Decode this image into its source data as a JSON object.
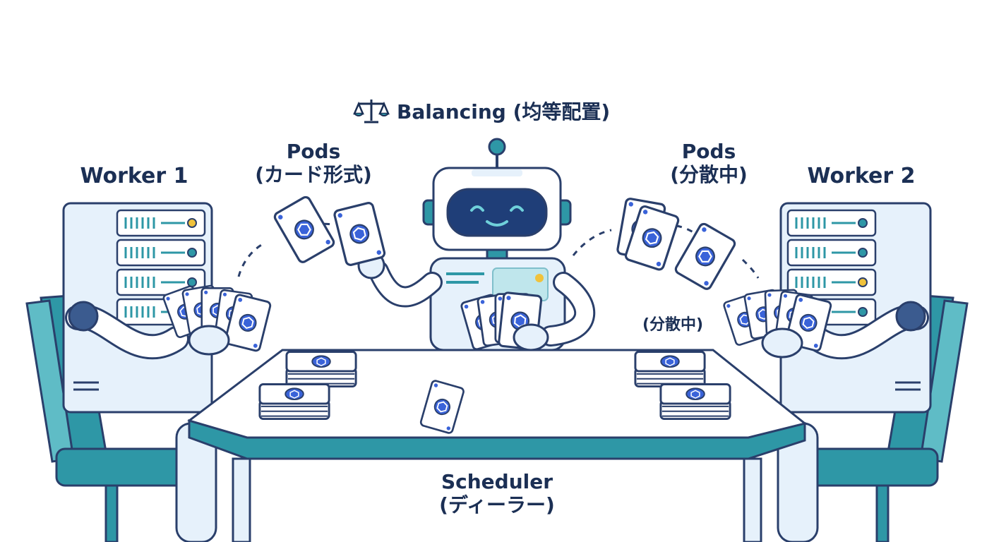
{
  "title": {
    "text": "Balancing (均等配置)",
    "icon": "balance-scale-icon"
  },
  "workers": [
    {
      "label": "Worker 1"
    },
    {
      "label": "Worker 2"
    }
  ],
  "pods_left": {
    "line1": "Pods",
    "line2": "(カード形式)"
  },
  "pods_right": {
    "line1": "Pods",
    "line2": "(分散中)"
  },
  "worker2_status": "(分散中)",
  "scheduler": {
    "line1": "Scheduler",
    "line2": "(ディーラー)"
  },
  "colors": {
    "ink": "#1b2f54",
    "outline": "#2a3f6b",
    "teal": "#2e97a6",
    "card_icon_blue": "#3a63d9",
    "pale_blue": "#e6f1fb",
    "led_yellow": "#f0c23b"
  }
}
